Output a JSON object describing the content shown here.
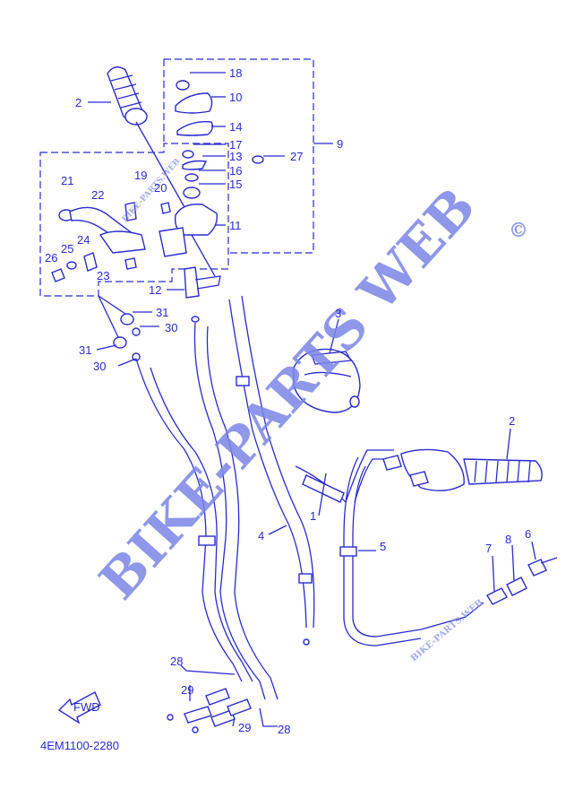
{
  "diagram": {
    "code": "4EM1100-2280",
    "fwd_label": "FWD",
    "watermark_main": "BIKE-PARTS WEB",
    "watermark_copyright": "©",
    "watermark_small": "BIKE-PARTS.WEB",
    "callouts": [
      {
        "id": "c1",
        "label": "1"
      },
      {
        "id": "c2a",
        "label": "2"
      },
      {
        "id": "c2b",
        "label": "2"
      },
      {
        "id": "c3",
        "label": "3"
      },
      {
        "id": "c4",
        "label": "4"
      },
      {
        "id": "c5",
        "label": "5"
      },
      {
        "id": "c6",
        "label": "6"
      },
      {
        "id": "c7",
        "label": "7"
      },
      {
        "id": "c8",
        "label": "8"
      },
      {
        "id": "c9",
        "label": "9"
      },
      {
        "id": "c10",
        "label": "10"
      },
      {
        "id": "c11",
        "label": "11"
      },
      {
        "id": "c12",
        "label": "12"
      },
      {
        "id": "c13",
        "label": "13"
      },
      {
        "id": "c14",
        "label": "14"
      },
      {
        "id": "c15",
        "label": "15"
      },
      {
        "id": "c16",
        "label": "16"
      },
      {
        "id": "c17",
        "label": "17"
      },
      {
        "id": "c18",
        "label": "18"
      },
      {
        "id": "c19",
        "label": "19"
      },
      {
        "id": "c20",
        "label": "20"
      },
      {
        "id": "c21",
        "label": "21"
      },
      {
        "id": "c22",
        "label": "22"
      },
      {
        "id": "c23",
        "label": "23"
      },
      {
        "id": "c24",
        "label": "24"
      },
      {
        "id": "c25",
        "label": "25"
      },
      {
        "id": "c26",
        "label": "26"
      },
      {
        "id": "c27",
        "label": "27"
      },
      {
        "id": "c28a",
        "label": "28"
      },
      {
        "id": "c28b",
        "label": "28"
      },
      {
        "id": "c29a",
        "label": "29"
      },
      {
        "id": "c29b",
        "label": "29"
      },
      {
        "id": "c30a",
        "label": "30"
      },
      {
        "id": "c30b",
        "label": "30"
      },
      {
        "id": "c31a",
        "label": "31"
      },
      {
        "id": "c31b",
        "label": "31"
      }
    ]
  }
}
